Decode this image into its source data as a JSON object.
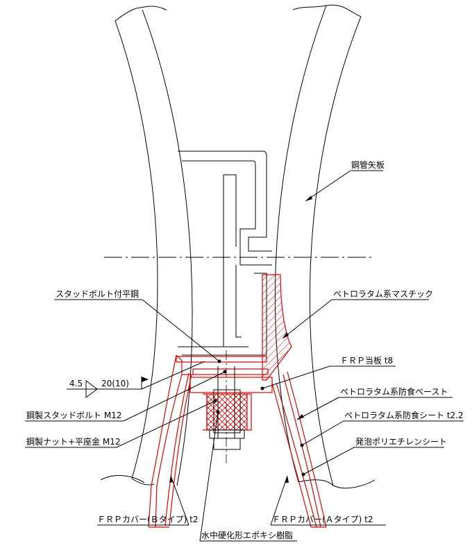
{
  "labels": {
    "steel_pipe_sheet_pile": "鋼管矢板",
    "stud_bolt_flat_steel": "スタッドボルト付平鋼",
    "petrolatum_mastic": "ペトロラタム系マスチック",
    "frp_plate": "ＦＲＰ当板 t8",
    "weld_size": "4.5",
    "weld_length": "20(10)",
    "petrolatum_paste": "ペトロラタム系防食ペースト",
    "steel_stud_bolt": "鋼製スタッドボルト M12",
    "petrolatum_sheet": "ペトロラタム系防食シート t2.2",
    "steel_nut_washer": "鋼製ナット+平座金 M12",
    "foam_pe_sheet": "発泡ポリエチレンシート",
    "frp_cover_b": "ＦＲＰカバー(Ｂタイプ) t2",
    "frp_cover_a": "ＦＲＰカバー(Ａタイプ) t2",
    "underwater_epoxy": "水中硬化形エポキシ樹脂"
  },
  "colors": {
    "line": "#000000",
    "coating": "#e00000"
  }
}
